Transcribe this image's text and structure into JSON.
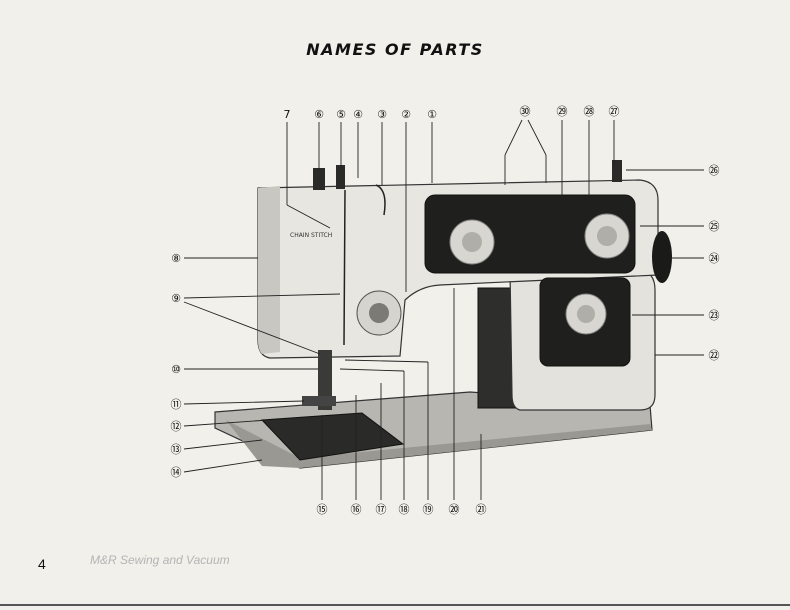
{
  "document": {
    "title": "NAMES OF PARTS",
    "page_number": "4",
    "watermark": "M&R Sewing and Vacuum",
    "machine_label": "CHAIN STITCH"
  },
  "callouts": [
    {
      "id": "1",
      "label": "①"
    },
    {
      "id": "2",
      "label": "②"
    },
    {
      "id": "3",
      "label": "③"
    },
    {
      "id": "4",
      "label": "④"
    },
    {
      "id": "5",
      "label": "⑤"
    },
    {
      "id": "6",
      "label": "⑥"
    },
    {
      "id": "7",
      "label": "7"
    },
    {
      "id": "8",
      "label": "⑧"
    },
    {
      "id": "9",
      "label": "⑨"
    },
    {
      "id": "10",
      "label": "⑩"
    },
    {
      "id": "11",
      "label": "⑪"
    },
    {
      "id": "12",
      "label": "⑫"
    },
    {
      "id": "13",
      "label": "⑬"
    },
    {
      "id": "14",
      "label": "⑭"
    },
    {
      "id": "15",
      "label": "⑮"
    },
    {
      "id": "16",
      "label": "⑯"
    },
    {
      "id": "17",
      "label": "⑰"
    },
    {
      "id": "18",
      "label": "⑱"
    },
    {
      "id": "19",
      "label": "⑲"
    },
    {
      "id": "20",
      "label": "⑳"
    },
    {
      "id": "21",
      "label": "㉑"
    },
    {
      "id": "22",
      "label": "㉒"
    },
    {
      "id": "23",
      "label": "㉓"
    },
    {
      "id": "24",
      "label": "㉔"
    },
    {
      "id": "25",
      "label": "㉕"
    },
    {
      "id": "26",
      "label": "㉖"
    },
    {
      "id": "27",
      "label": "㉗"
    },
    {
      "id": "28",
      "label": "㉘"
    },
    {
      "id": "29",
      "label": "㉙"
    },
    {
      "id": "30",
      "label": "㉚"
    }
  ]
}
